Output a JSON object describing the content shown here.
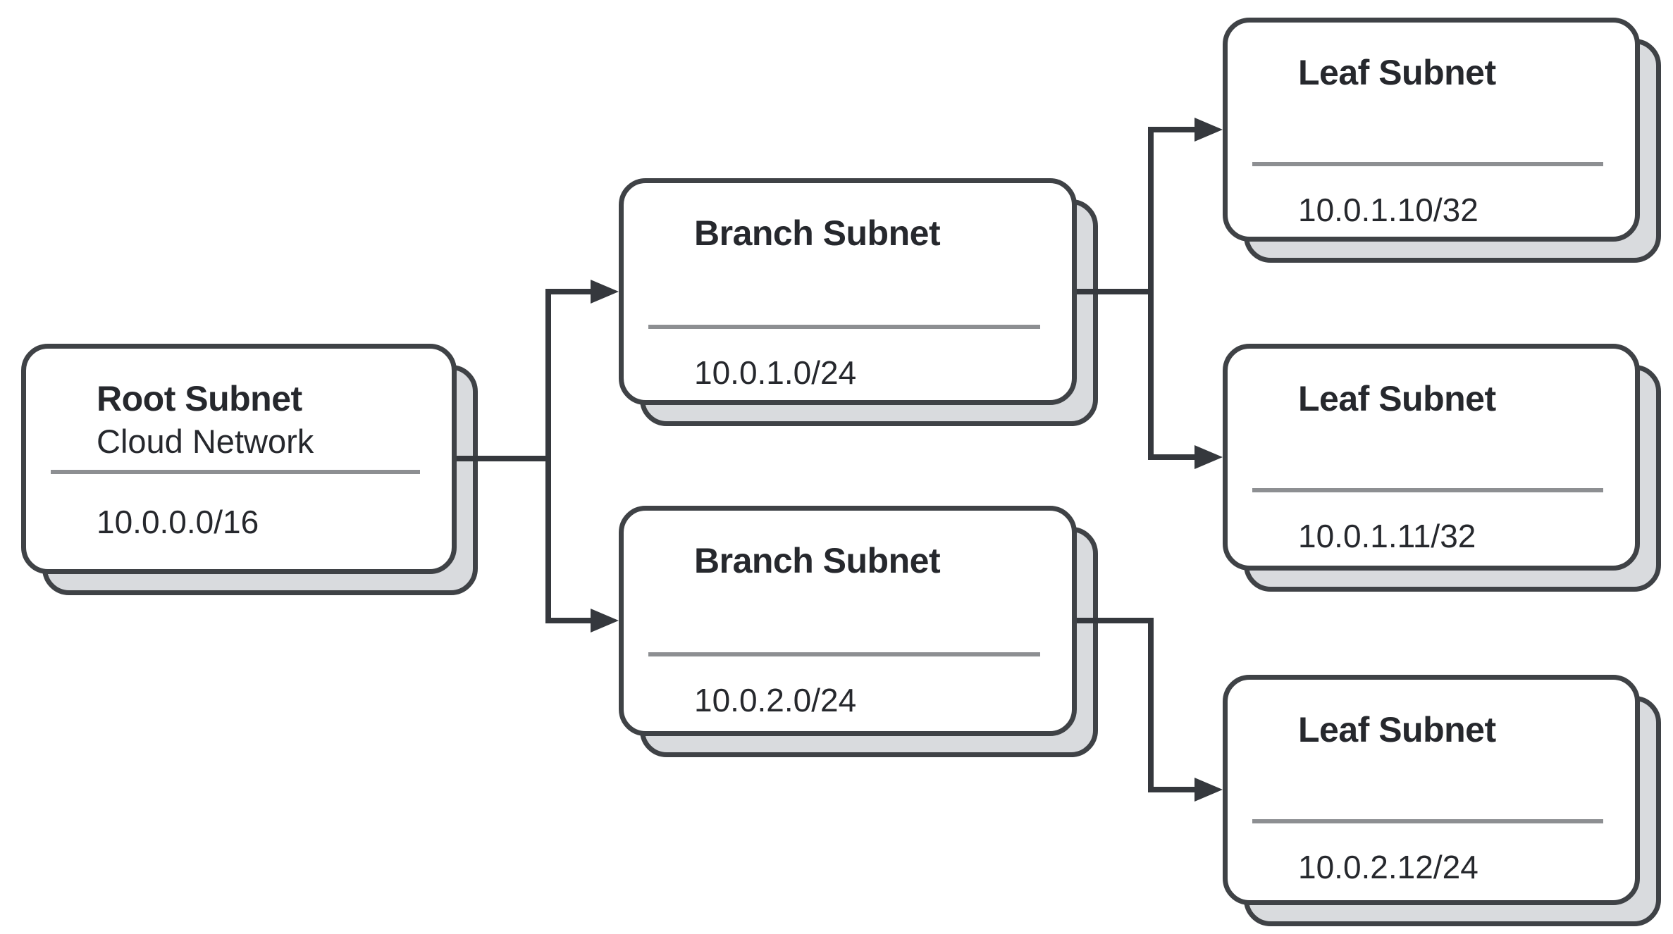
{
  "colors": {
    "background": "#ffffff",
    "card-fill": "#ffffff",
    "card-border": "#3f4246",
    "card-shadow": "#d9dbde",
    "divider": "#8d8f92",
    "connector": "#35383d",
    "text": "#26282d"
  },
  "nodes": [
    {
      "role": "root",
      "title": "Root Subnet",
      "subtitle": "Cloud Network",
      "cidr": "10.0.0.0/16"
    },
    {
      "role": "branch",
      "title": "Branch Subnet",
      "cidr": "10.0.1.0/24"
    },
    {
      "role": "branch",
      "title": "Branch Subnet",
      "cidr": "10.0.2.0/24"
    },
    {
      "role": "leaf",
      "title": "Leaf Subnet",
      "cidr": "10.0.1.10/32"
    },
    {
      "role": "leaf",
      "title": "Leaf Subnet",
      "cidr": "10.0.1.11/32"
    },
    {
      "role": "leaf",
      "title": "Leaf Subnet",
      "cidr": "10.0.2.12/24"
    }
  ],
  "edges": [
    {
      "from": "10.0.0.0/16",
      "to": "10.0.1.0/24"
    },
    {
      "from": "10.0.0.0/16",
      "to": "10.0.2.0/24"
    },
    {
      "from": "10.0.1.0/24",
      "to": "10.0.1.10/32"
    },
    {
      "from": "10.0.1.0/24",
      "to": "10.0.1.11/32"
    },
    {
      "from": "10.0.2.0/24",
      "to": "10.0.2.12/24"
    }
  ]
}
